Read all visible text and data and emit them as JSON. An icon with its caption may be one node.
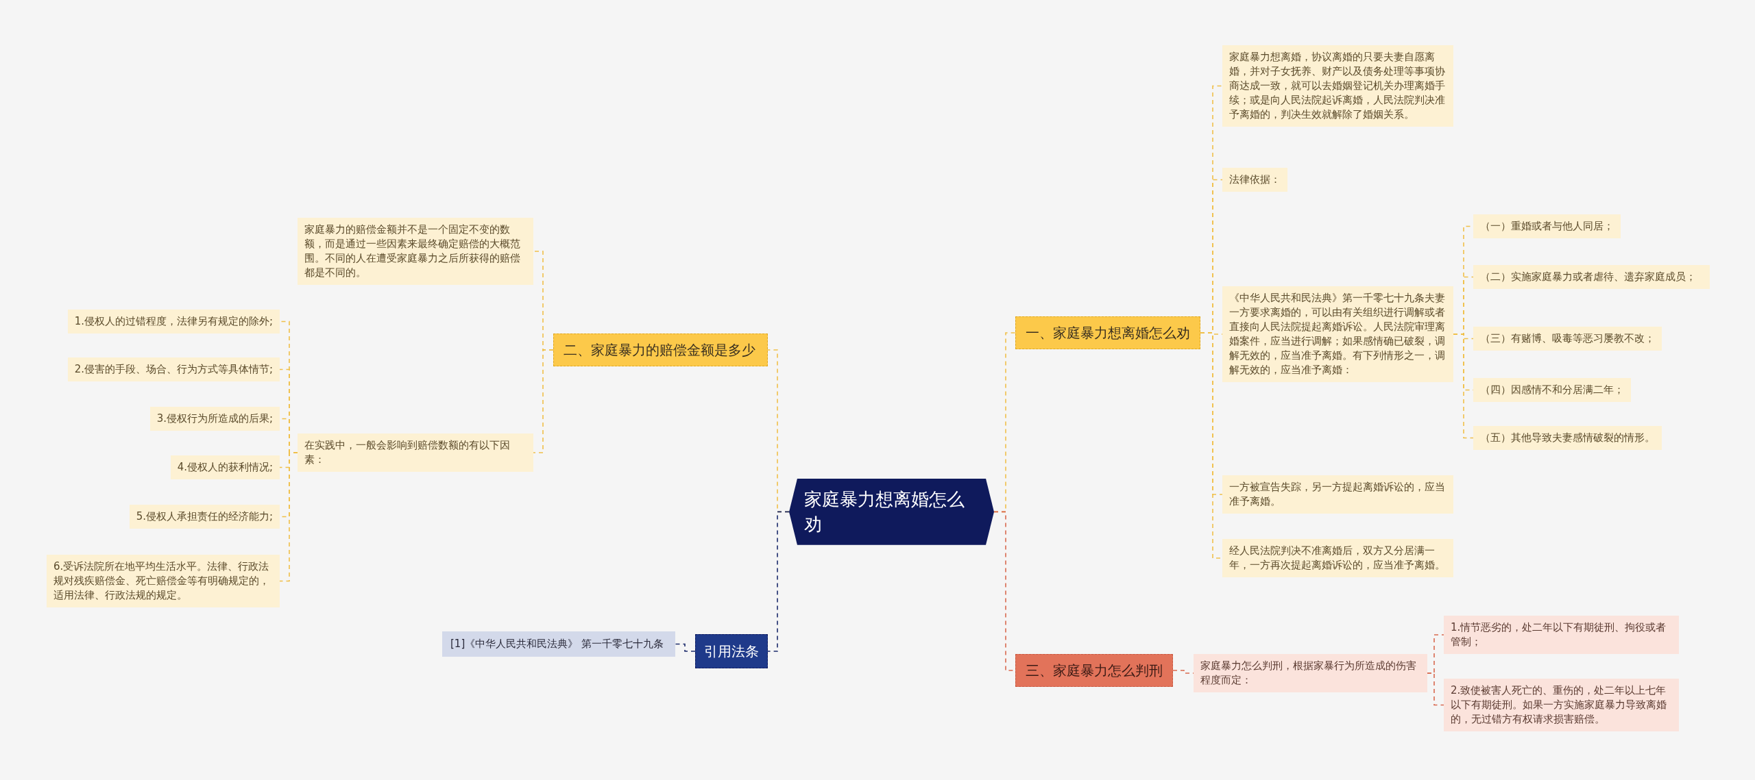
{
  "diagram": {
    "nodes": [
      {
        "text": [
          "家庭暴力想离婚怎么劝"
        ]
      },
      {
        "text": [
          "一、家庭暴力想离婚怎么劝"
        ]
      },
      {
        "text": [
          "家庭暴力想离婚，协议离婚的只要夫妻自愿离婚，并对子女抚养、财产以及债务处理等事项协商达成一致，就可以去婚姻登记机关办理离婚手续；或是向人民法院起诉离婚，人民法院判决准予离婚的，判决生效就解除了婚姻关系。"
        ]
      },
      {
        "text": [
          "法律依据："
        ]
      },
      {
        "text": [
          "《中华人民共和民法典》第一千零七十九条夫妻一方要求离婚的，可以由有关组织进行调解或者直接向人民法院提起离婚诉讼。人民法院审理离婚案件，应当进行调解；如果感情确已破裂，调解无效的，应当准予离婚。有下列情形之一，调解无效的，应当准予离婚："
        ]
      },
      {
        "text": [
          "（一）重婚或者与他人同居；"
        ]
      },
      {
        "text": [
          "（二）实施家庭暴力或者虐待、遗弃家庭成员；"
        ]
      },
      {
        "text": [
          "（三）有赌博、吸毒等恶习屡教不改；"
        ]
      },
      {
        "text": [
          "（四）因感情不和分居满二年；"
        ]
      },
      {
        "text": [
          "（五）其他导致夫妻感情破裂的情形。"
        ]
      },
      {
        "text": [
          "一方被宣告失踪，另一方提起离婚诉讼的，应当准予离婚。"
        ]
      },
      {
        "text": [
          "经人民法院判决不准离婚后，双方又分居满一年，一方再次提起离婚诉讼的，应当准予离婚。"
        ]
      },
      {
        "text": [
          "二、家庭暴力的赔偿金额是多少"
        ]
      },
      {
        "text": [
          "家庭暴力的赔偿金额并不是一个固定不变的数额，而是通过一些因素来最终确定赔偿的大概范围。不同的人在遭受家庭暴力之后所获得的赔偿都是不同的。"
        ]
      },
      {
        "text": [
          "在实践中，一般会影响到赔偿数额的有以下因素："
        ]
      },
      {
        "text": [
          "1.侵权人的过错程度，法律另有规定的除外;"
        ]
      },
      {
        "text": [
          "2.侵害的手段、场合、行为方式等具体情节;"
        ]
      },
      {
        "text": [
          "3.侵权行为所造成的后果;"
        ]
      },
      {
        "text": [
          "4.侵权人的获利情况;"
        ]
      },
      {
        "text": [
          "5.侵权人承担责任的经济能力;"
        ]
      },
      {
        "text": [
          "6.受诉法院所在地平均生活水平。法律、行政法规对残疾赔偿金、死亡赔偿金等有明确规定的，适用法律、行政法规的规定。"
        ]
      },
      {
        "text": [
          "三、家庭暴力怎么判刑"
        ]
      },
      {
        "text": [
          "家庭暴力怎么判刑，根据家暴行为所造成的伤害程度而定："
        ]
      },
      {
        "text": [
          "1.情节恶劣的，处二年以下有期徒刑、拘役或者管制；"
        ]
      },
      {
        "text": [
          "2.致使被害人死亡的、重伤的，处二年以上七年以下有期徒刑。如果一方实施家庭暴力导致离婚的，无过错方有权请求损害赔偿。"
        ]
      },
      {
        "text": [
          "引用法条"
        ]
      },
      {
        "text": [
          "[1]《中华人民共和民法典》 第一千零七十九条"
        ]
      }
    ],
    "edges": [
      {
        "from": 0,
        "to": 1,
        "arrow": "none",
        "style": "dashed"
      },
      {
        "from": 1,
        "to": 2,
        "arrow": "none",
        "style": "dashed"
      },
      {
        "from": 1,
        "to": 3,
        "arrow": "none",
        "style": "dashed"
      },
      {
        "from": 1,
        "to": 4,
        "arrow": "none",
        "style": "dashed"
      },
      {
        "from": 4,
        "to": 5,
        "arrow": "none",
        "style": "dashed"
      },
      {
        "from": 4,
        "to": 6,
        "arrow": "none",
        "style": "dashed"
      },
      {
        "from": 4,
        "to": 7,
        "arrow": "none",
        "style": "dashed"
      },
      {
        "from": 4,
        "to": 8,
        "arrow": "none",
        "style": "dashed"
      },
      {
        "from": 4,
        "to": 9,
        "arrow": "none",
        "style": "dashed"
      },
      {
        "from": 1,
        "to": 10,
        "arrow": "none",
        "style": "dashed"
      },
      {
        "from": 1,
        "to": 11,
        "arrow": "none",
        "style": "dashed"
      },
      {
        "from": 0,
        "to": 12,
        "arrow": "none",
        "style": "dashed"
      },
      {
        "from": 12,
        "to": 13,
        "arrow": "none",
        "style": "dashed"
      },
      {
        "from": 12,
        "to": 14,
        "arrow": "none",
        "style": "dashed"
      },
      {
        "from": 14,
        "to": 15,
        "arrow": "none",
        "style": "dashed"
      },
      {
        "from": 14,
        "to": 16,
        "arrow": "none",
        "style": "dashed"
      },
      {
        "from": 14,
        "to": 17,
        "arrow": "none",
        "style": "dashed"
      },
      {
        "from": 14,
        "to": 18,
        "arrow": "none",
        "style": "dashed"
      },
      {
        "from": 14,
        "to": 19,
        "arrow": "none",
        "style": "dashed"
      },
      {
        "from": 14,
        "to": 20,
        "arrow": "none",
        "style": "dashed"
      },
      {
        "from": 0,
        "to": 21,
        "arrow": "none",
        "style": "dashed",
        "color": "#d9694f"
      },
      {
        "from": 21,
        "to": 22,
        "arrow": "none",
        "style": "dashed",
        "color": "#d9694f"
      },
      {
        "from": 22,
        "to": 23,
        "arrow": "none",
        "style": "dashed",
        "color": "#d9694f"
      },
      {
        "from": 22,
        "to": 24,
        "arrow": "none",
        "style": "dashed",
        "color": "#d9694f"
      },
      {
        "from": 0,
        "to": 25,
        "arrow": "none",
        "style": "dashed",
        "color": "#1b2a6b"
      },
      {
        "from": 25,
        "to": 26,
        "arrow": "none",
        "style": "dashed",
        "color": "#1b2a6b"
      }
    ]
  }
}
